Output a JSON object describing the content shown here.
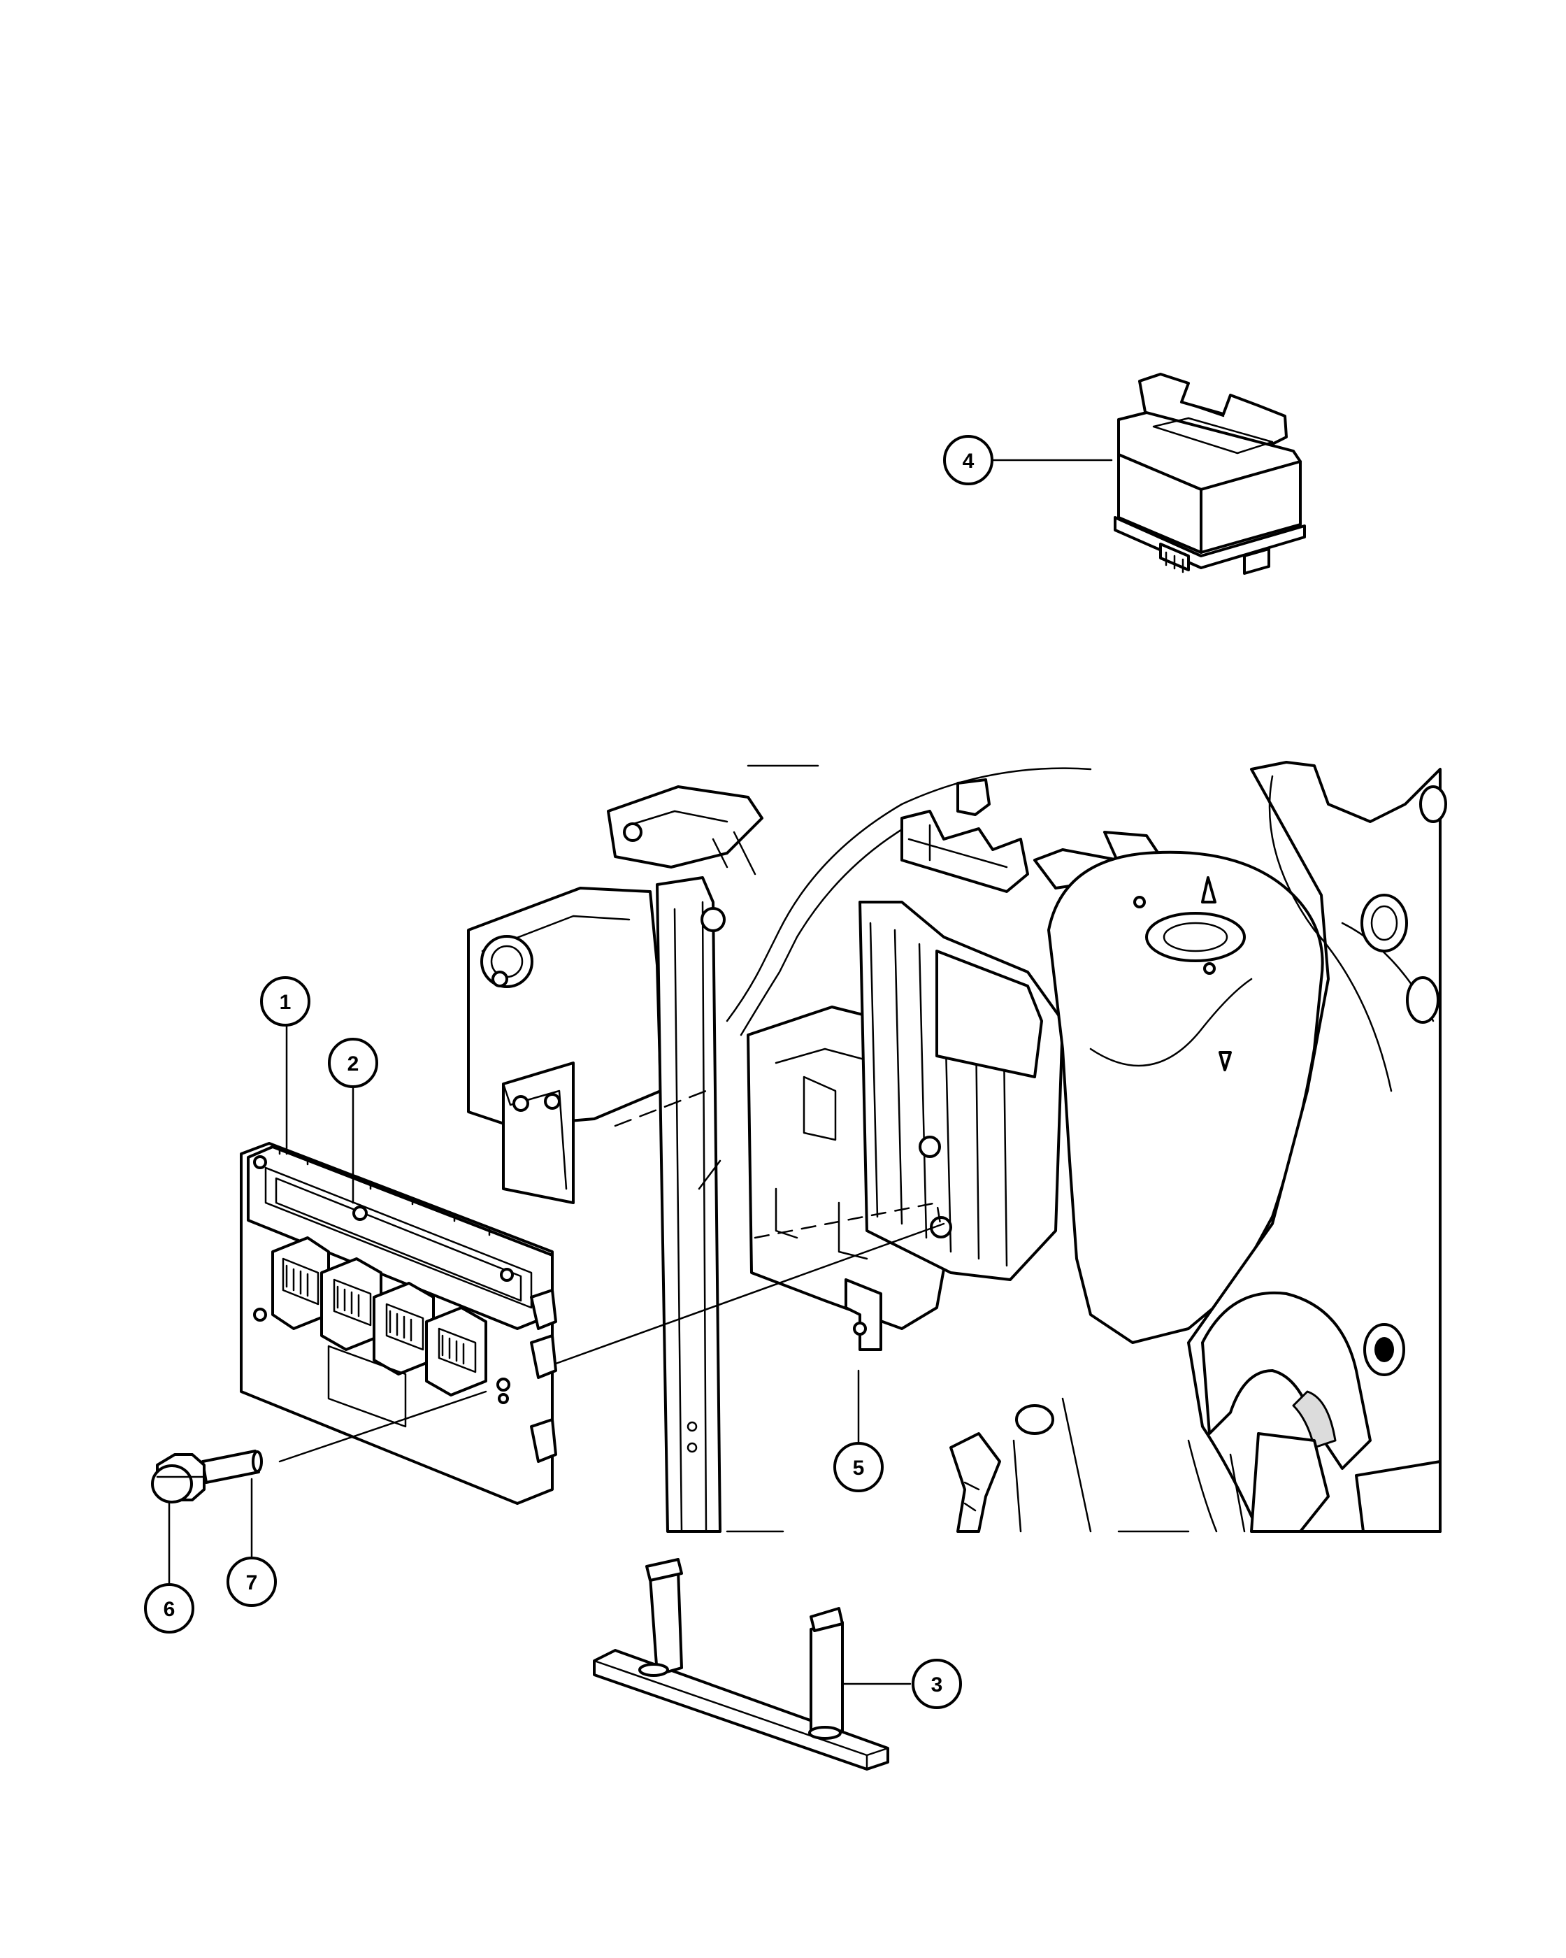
{
  "callouts": [
    {
      "id": "1",
      "label": "1"
    },
    {
      "id": "2",
      "label": "2"
    },
    {
      "id": "3",
      "label": "3"
    },
    {
      "id": "4",
      "label": "4"
    },
    {
      "id": "5",
      "label": "5"
    },
    {
      "id": "6",
      "label": "6"
    },
    {
      "id": "7",
      "label": "7"
    }
  ],
  "colors": {
    "line": "#000000",
    "background": "#ffffff",
    "shade": "#dcdcdc"
  }
}
